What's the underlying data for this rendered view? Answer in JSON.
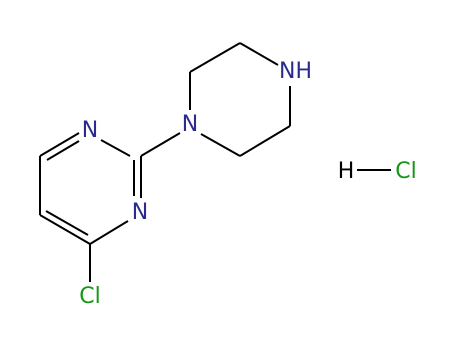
{
  "molecule": {
    "atoms": {
      "n_pyrimidine_top": "N",
      "n_pyrimidine_bottom": "N",
      "n_piperazine_attached": "N",
      "nh_piperazine": "NH",
      "cl_substituent": "Cl"
    },
    "counterion": {
      "h": "H",
      "cl": "Cl"
    }
  },
  "colors": {
    "nitrogen": "#2b2b8f",
    "chlorine": "#159615",
    "carbon_bond": "#000000",
    "hydrogen": "#000000"
  }
}
